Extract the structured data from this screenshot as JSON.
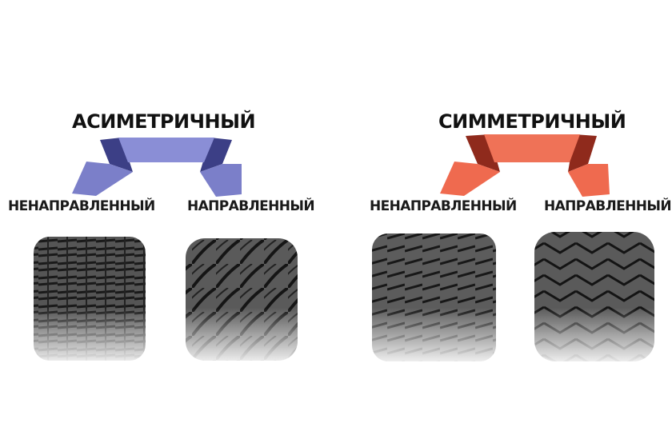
{
  "groups": [
    {
      "title": "АСИМЕТРИЧНЫЙ",
      "arrow_color": "#7b7fc9",
      "arrow_shadow": "#3c3f86",
      "left_label": "НЕНАПРАВЛЕННЫЙ",
      "right_label": "НАПРАВЛЕННЫЙ",
      "tires": [
        "asymmetric non-directional tread",
        "asymmetric directional tread"
      ]
    },
    {
      "title": "СИММЕТРИЧНЫЙ",
      "arrow_color": "#ef6a4f",
      "arrow_shadow": "#8f2a1c",
      "left_label": "НЕНАПРАВЛЕННЫЙ",
      "right_label": "НАПРАВЛЕННЫЙ",
      "tires": [
        "symmetric non-directional tread",
        "symmetric directional tread"
      ]
    }
  ]
}
